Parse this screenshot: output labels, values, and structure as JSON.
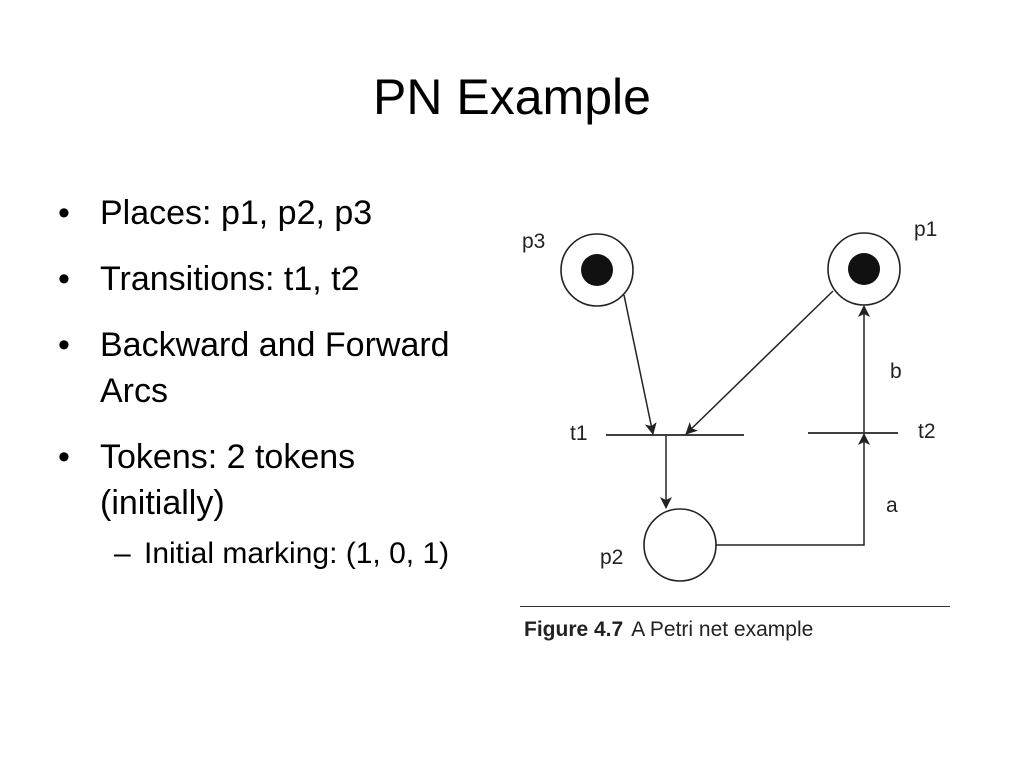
{
  "slide": {
    "title": "PN Example",
    "bullets": [
      {
        "mark": "•",
        "text": "Places: p1, p2, p3"
      },
      {
        "mark": "•",
        "text": "Transitions: t1, t2"
      },
      {
        "mark": "•",
        "text": "Backward and Forward Arcs"
      },
      {
        "mark": "•",
        "text": "Tokens: 2 tokens (initially)"
      }
    ],
    "sub_bullet": {
      "mark": "–",
      "text": "Initial marking: (1, 0, 1)"
    }
  },
  "figure": {
    "places": {
      "p1": "p1",
      "p2": "p2",
      "p3": "p3"
    },
    "transitions": {
      "t1": "t1",
      "t2": "t2"
    },
    "arc_labels": {
      "a": "a",
      "b": "b"
    },
    "caption_label": "Figure 4.7",
    "caption_text": "A Petri net example"
  }
}
